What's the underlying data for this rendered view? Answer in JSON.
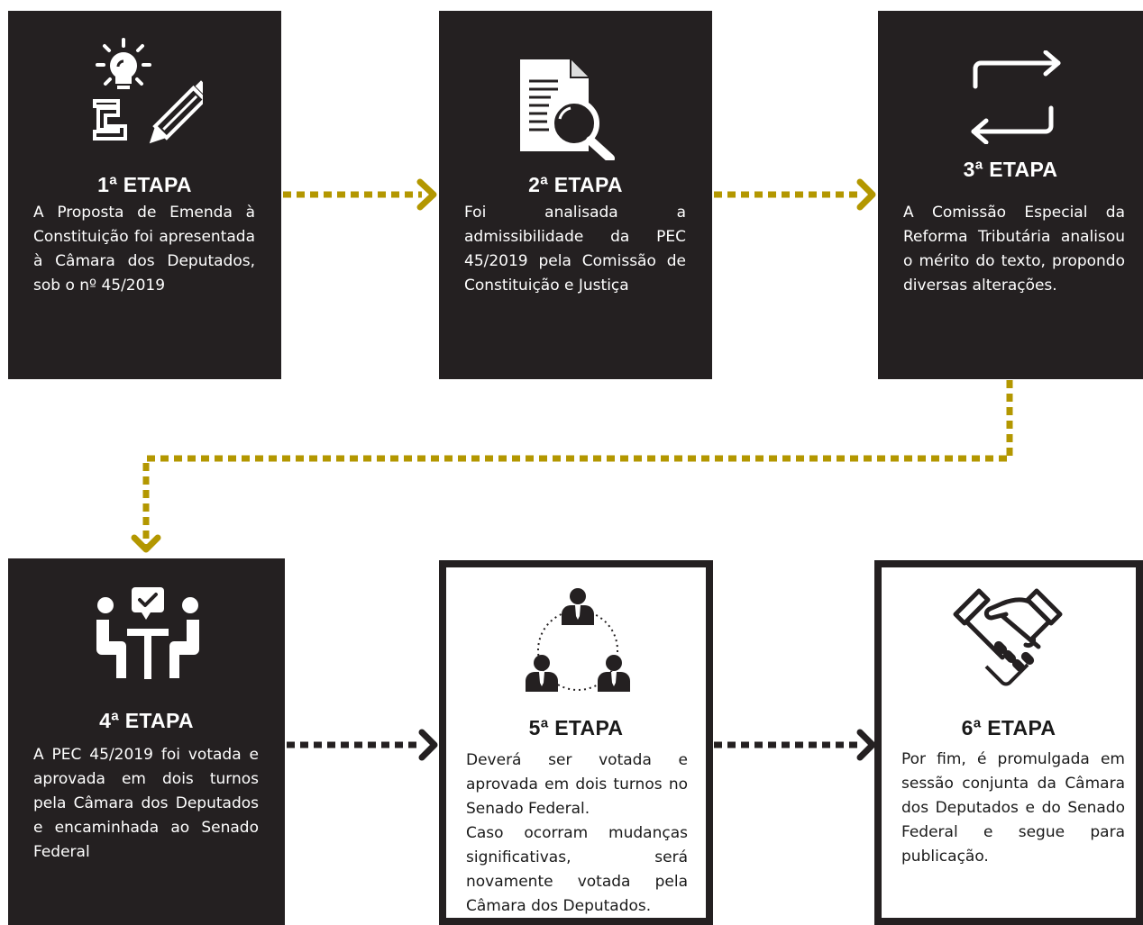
{
  "colors": {
    "dark": "#242021",
    "gold": "#b39700",
    "white": "#ffffff"
  },
  "steps": [
    {
      "title": "1ª ETAPA",
      "icon": "idea-pencil-icon",
      "lines": [
        "A Proposta de Emenda à Constituição foi apresentada à Câmara dos Deputados, sob o nº 45/2019"
      ]
    },
    {
      "title": "2ª ETAPA",
      "icon": "document-search-icon",
      "lines": [
        "Foi analisada a admissibilidade da PEC 45/2019 pela Comissão de Constituição e Justiça"
      ]
    },
    {
      "title": "3ª ETAPA",
      "icon": "exchange-arrows-icon",
      "lines": [
        "A Comissão Especial da Reforma Tributária analisou o mérito do texto, propondo diversas alterações."
      ]
    },
    {
      "title": "4ª ETAPA",
      "icon": "meeting-approval-icon",
      "lines": [
        "A PEC 45/2019 foi votada e aprovada em dois turnos pela Câmara dos Deputados e encaminhada ao Senado Federal"
      ]
    },
    {
      "title": "5ª ETAPA",
      "icon": "senators-network-icon",
      "lines": [
        "Deverá ser votada e aprovada em dois turnos no Senado Federal.",
        "Caso ocorram mudanças significativas, será novamente votada pela Câmara dos Deputados."
      ]
    },
    {
      "title": "6ª ETAPA",
      "icon": "handshake-icon",
      "lines": [
        "Por fim, é promulgada em sessão conjunta da Câmara dos Deputados e do Senado Federal e segue para publicação."
      ]
    }
  ]
}
